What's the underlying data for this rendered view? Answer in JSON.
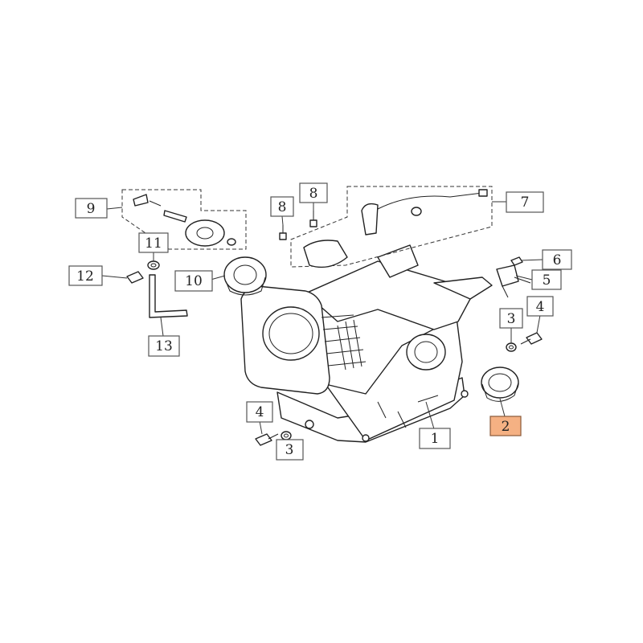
{
  "highlight_color": "#f5b183",
  "callouts": [
    {
      "label": "1",
      "highlighted": false
    },
    {
      "label": "2",
      "highlighted": true
    },
    {
      "label": "3",
      "highlighted": false
    },
    {
      "label": "3",
      "highlighted": false
    },
    {
      "label": "4",
      "highlighted": false
    },
    {
      "label": "4",
      "highlighted": false
    },
    {
      "label": "5",
      "highlighted": false
    },
    {
      "label": "6",
      "highlighted": false
    },
    {
      "label": "7",
      "highlighted": false
    },
    {
      "label": "8",
      "highlighted": false
    },
    {
      "label": "8",
      "highlighted": false
    },
    {
      "label": "9",
      "highlighted": false
    },
    {
      "label": "10",
      "highlighted": false
    },
    {
      "label": "11",
      "highlighted": false
    },
    {
      "label": "12",
      "highlighted": false
    },
    {
      "label": "13",
      "highlighted": false
    }
  ]
}
